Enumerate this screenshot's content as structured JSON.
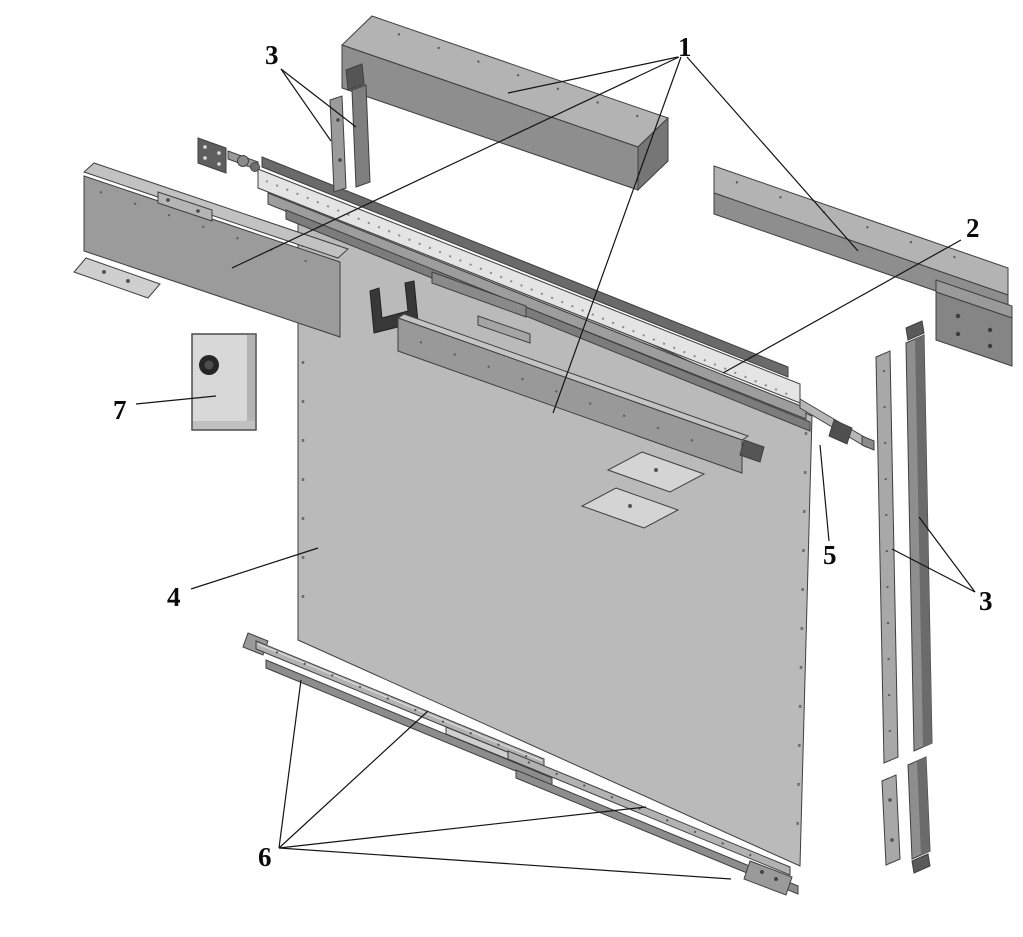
{
  "diagram": {
    "type": "exploded-assembly-diagram",
    "background": "#ffffff",
    "callouts": [
      {
        "id": "callout-1",
        "label": "1"
      },
      {
        "id": "callout-2",
        "label": "2"
      },
      {
        "id": "callout-3-top",
        "label": "3"
      },
      {
        "id": "callout-3-right",
        "label": "3"
      },
      {
        "id": "callout-4",
        "label": "4"
      },
      {
        "id": "callout-5",
        "label": "5"
      },
      {
        "id": "callout-6",
        "label": "6"
      },
      {
        "id": "callout-7",
        "label": "7"
      }
    ],
    "colors": {
      "leader_line": "#141414",
      "panel_light": "#c9c9c9",
      "panel_mid": "#9b9b9b",
      "panel_dark": "#6f6f6f",
      "curtain": "#bababa",
      "hardware_dark": "#383838"
    }
  }
}
